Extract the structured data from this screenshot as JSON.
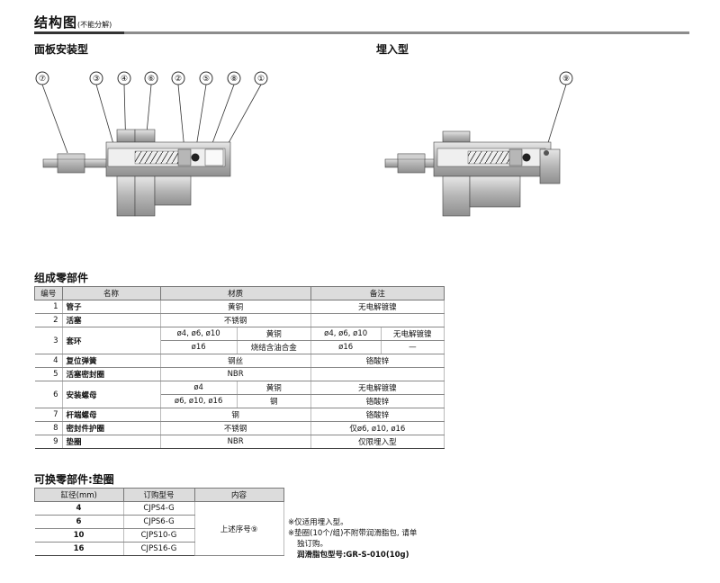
{
  "header": {
    "title": "结构图",
    "title_note": "(不能分解)"
  },
  "drawings": {
    "panel_title": "面板安装型",
    "embed_title": "埋入型",
    "panel_callouts": [
      "⑦",
      "③",
      "④",
      "⑥",
      "②",
      "⑤",
      "⑧",
      "①"
    ],
    "embed_callouts": [
      "⑨"
    ]
  },
  "parts": {
    "title": "组成零部件",
    "headers": {
      "no": "编号",
      "name": "名称",
      "material": "材质",
      "note": "备注"
    },
    "rows": [
      {
        "no": "1",
        "name": "管子",
        "material": "黄铜",
        "note": "无电解镀镍"
      },
      {
        "no": "2",
        "name": "活塞",
        "material": "不锈钢",
        "note": ""
      },
      {
        "no": "3",
        "name": "套环",
        "sub": [
          {
            "size": "ø4, ø6, ø10",
            "material": "黄铜",
            "note": "无电解镀镍"
          },
          {
            "size": "ø16",
            "material": "烧结含油合金",
            "note": "—"
          }
        ]
      },
      {
        "no": "4",
        "name": "复位弹簧",
        "material": "钢丝",
        "note": "铬酸锌"
      },
      {
        "no": "5",
        "name": "活塞密封圈",
        "material": "NBR",
        "note": ""
      },
      {
        "no": "6",
        "name": "安装螺母",
        "sub": [
          {
            "size": "ø4",
            "material": "黄铜",
            "note": "无电解镀镍"
          },
          {
            "size": "ø6, ø10, ø16",
            "material": "钢",
            "note": "铬酸锌"
          }
        ]
      },
      {
        "no": "7",
        "name": "杆端螺母",
        "material": "钢",
        "note": "铬酸锌"
      },
      {
        "no": "8",
        "name": "密封件护圈",
        "material": "不锈钢",
        "note": "仅ø6, ø10, ø16"
      },
      {
        "no": "9",
        "name": "垫圈",
        "material": "NBR",
        "note": "仅限埋入型"
      }
    ]
  },
  "replacement": {
    "title": "可换零部件:垫圈",
    "headers": {
      "bore": "缸径(mm)",
      "order": "订购型号",
      "content": "内容"
    },
    "rows": [
      {
        "bore": "4",
        "order": "CJPS4-G"
      },
      {
        "bore": "6",
        "order": "CJPS6-G"
      },
      {
        "bore": "10",
        "order": "CJPS10-G"
      },
      {
        "bore": "16",
        "order": "CJPS16-G"
      }
    ],
    "content": "上述序号⑨",
    "notes": [
      "※仅适用埋入型。",
      "※垫圈(10个/组)不附带润滑脂包, 请单",
      "独订购。",
      "润滑脂包型号:GR-S-010(10g)"
    ]
  },
  "colors": {
    "header_fill": "#dcdcdc",
    "part_gray": "#b9b9b9",
    "part_dark": "#7a7a7a"
  }
}
